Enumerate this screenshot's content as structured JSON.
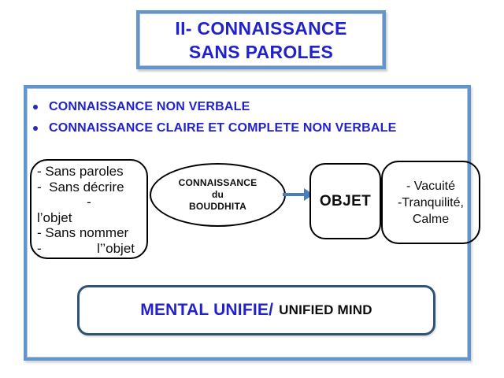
{
  "title_box": {
    "line1": "II- CONNAISSANCE",
    "line2": "SANS PAROLES"
  },
  "bullets": [
    "CONNAISSANCE NON VERBALE",
    "CONNAISSANCE CLAIRE ET COMPLETE NON VERBALE"
  ],
  "diagram": {
    "source_box": {
      "lines": [
        "- Sans paroles",
        "-  Sans décrire",
        "-",
        "l’objet",
        "- Sans nommer"
      ],
      "last_line_dash": "-",
      "last_line_text": "l’’objet"
    },
    "ellipse": {
      "line1": "CONNAISSANCE",
      "line2": "du",
      "line3": "BOUDDHITA"
    },
    "object_box": {
      "label": "OBJET"
    },
    "qualities_box": {
      "lines": [
        "- Vacuité",
        "-Tranquilité,",
        "Calme"
      ]
    }
  },
  "footer_box": {
    "primary": "MENTAL UNIFIE/",
    "secondary": "UNIFIED MIND"
  },
  "colors": {
    "text_blue": "#2222CC",
    "frame_blue": "#6295CD",
    "arrow_blue": "#4A7EBB",
    "footer_border": "#2F5376",
    "shape_border_black": "#000000"
  }
}
